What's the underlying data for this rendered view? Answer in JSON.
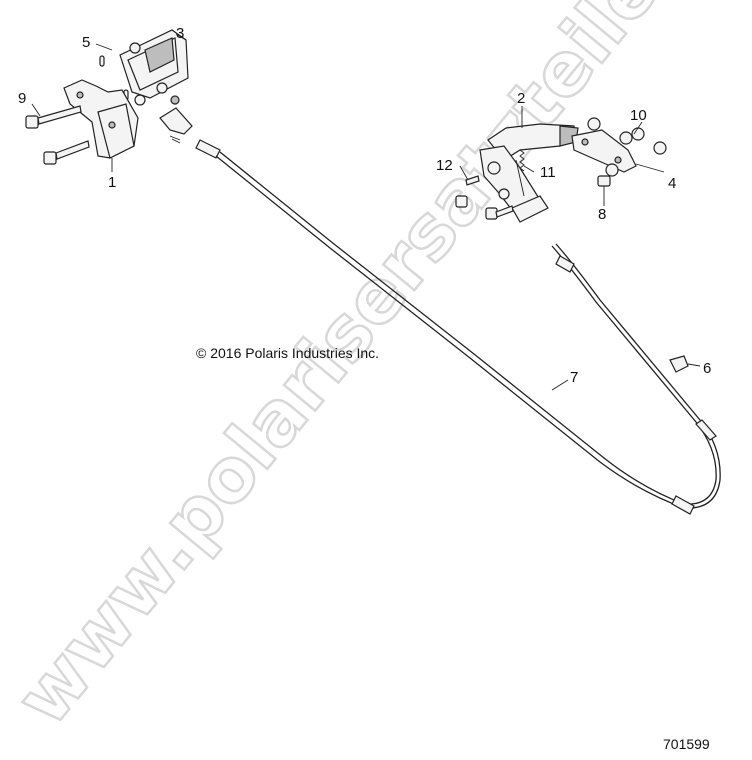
{
  "diagram": {
    "copyright": "© 2016 Polaris Industries Inc.",
    "drawing_id": "701599",
    "watermark": "www.polarisersatzteile.de",
    "callouts": [
      {
        "id": "1",
        "label": "1"
      },
      {
        "id": "2",
        "label": "2"
      },
      {
        "id": "3",
        "label": "3"
      },
      {
        "id": "4",
        "label": "4"
      },
      {
        "id": "5",
        "label": "5"
      },
      {
        "id": "6",
        "label": "6"
      },
      {
        "id": "7",
        "label": "7"
      },
      {
        "id": "8",
        "label": "8"
      },
      {
        "id": "9",
        "label": "9"
      },
      {
        "id": "10",
        "label": "10"
      },
      {
        "id": "11",
        "label": "11"
      },
      {
        "id": "12",
        "label": "12"
      }
    ]
  }
}
